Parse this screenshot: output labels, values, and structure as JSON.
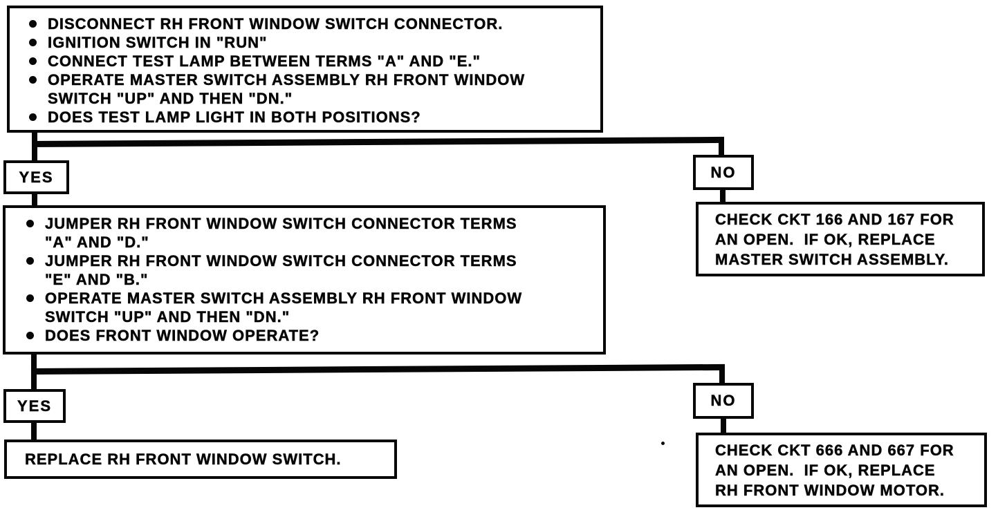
{
  "palette": {
    "ink": "#060606",
    "paper": "#ffffff"
  },
  "step1": {
    "bullets": [
      "DISCONNECT RH FRONT WINDOW SWITCH CONNECTOR.",
      "IGNITION SWITCH IN \"RUN\"",
      "CONNECT TEST LAMP BETWEEN TERMS \"A\" AND \"E.\"",
      "OPERATE MASTER SWITCH ASSEMBLY RH FRONT WINDOW\nSWITCH \"UP\" AND THEN \"DN.\"",
      "DOES TEST LAMP LIGHT IN BOTH POSITIONS?"
    ]
  },
  "branch1": {
    "yes": {
      "label": "YES"
    },
    "no": {
      "label": "NO"
    },
    "no_action": {
      "text": "CHECK CKT 166 AND 167 FOR\nAN OPEN.  IF OK, REPLACE\nMASTER SWITCH ASSEMBLY."
    }
  },
  "step2": {
    "bullets": [
      "JUMPER RH FRONT WINDOW SWITCH CONNECTOR TERMS\n\"A\" AND \"D.\"",
      "JUMPER RH FRONT WINDOW SWITCH CONNECTOR TERMS\n\"E\" AND \"B.\"",
      "OPERATE MASTER SWITCH ASSEMBLY RH FRONT WINDOW\nSWITCH \"UP\" AND THEN \"DN.\"",
      "DOES FRONT WINDOW OPERATE?"
    ]
  },
  "branch2": {
    "yes": {
      "label": "YES"
    },
    "no": {
      "label": "NO"
    },
    "yes_action": {
      "text": "REPLACE RH FRONT WINDOW SWITCH."
    },
    "no_action": {
      "text": "CHECK CKT 666 AND 667 FOR\nAN OPEN.  IF OK, REPLACE\nRH FRONT WINDOW MOTOR."
    }
  }
}
